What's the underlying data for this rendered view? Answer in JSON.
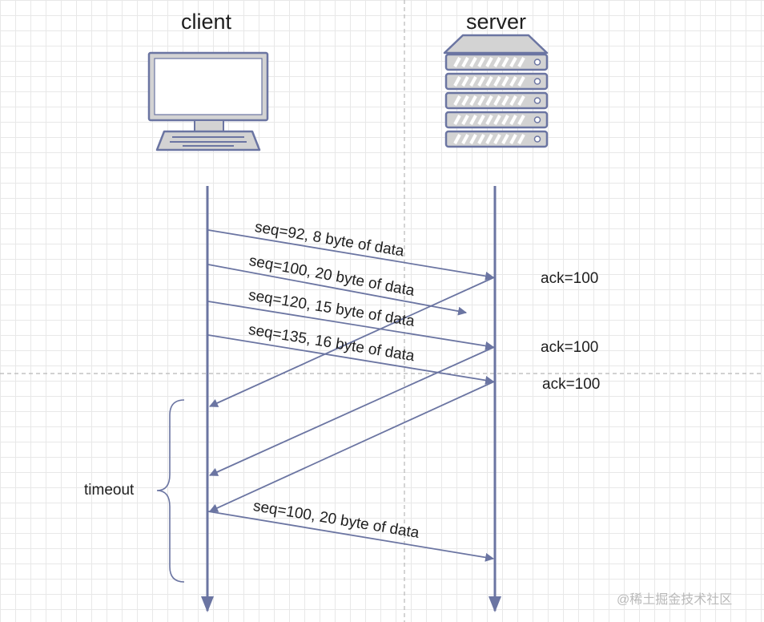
{
  "entities": {
    "client": "client",
    "server": "server"
  },
  "messages": [
    "seq=92, 8 byte of data",
    "seq=100, 20 byte of data",
    "seq=120, 15 byte of data",
    "seq=135, 16 byte of data",
    "seq=100, 20 byte of data"
  ],
  "acks": [
    "ack=100",
    "ack=100",
    "ack=100"
  ],
  "timeout_label": "timeout",
  "watermark": "@稀土掘金技术社区",
  "colors": {
    "line": "#6b75a2",
    "text": "#1e1e1e",
    "icon_fill": "#d3d3d3"
  }
}
